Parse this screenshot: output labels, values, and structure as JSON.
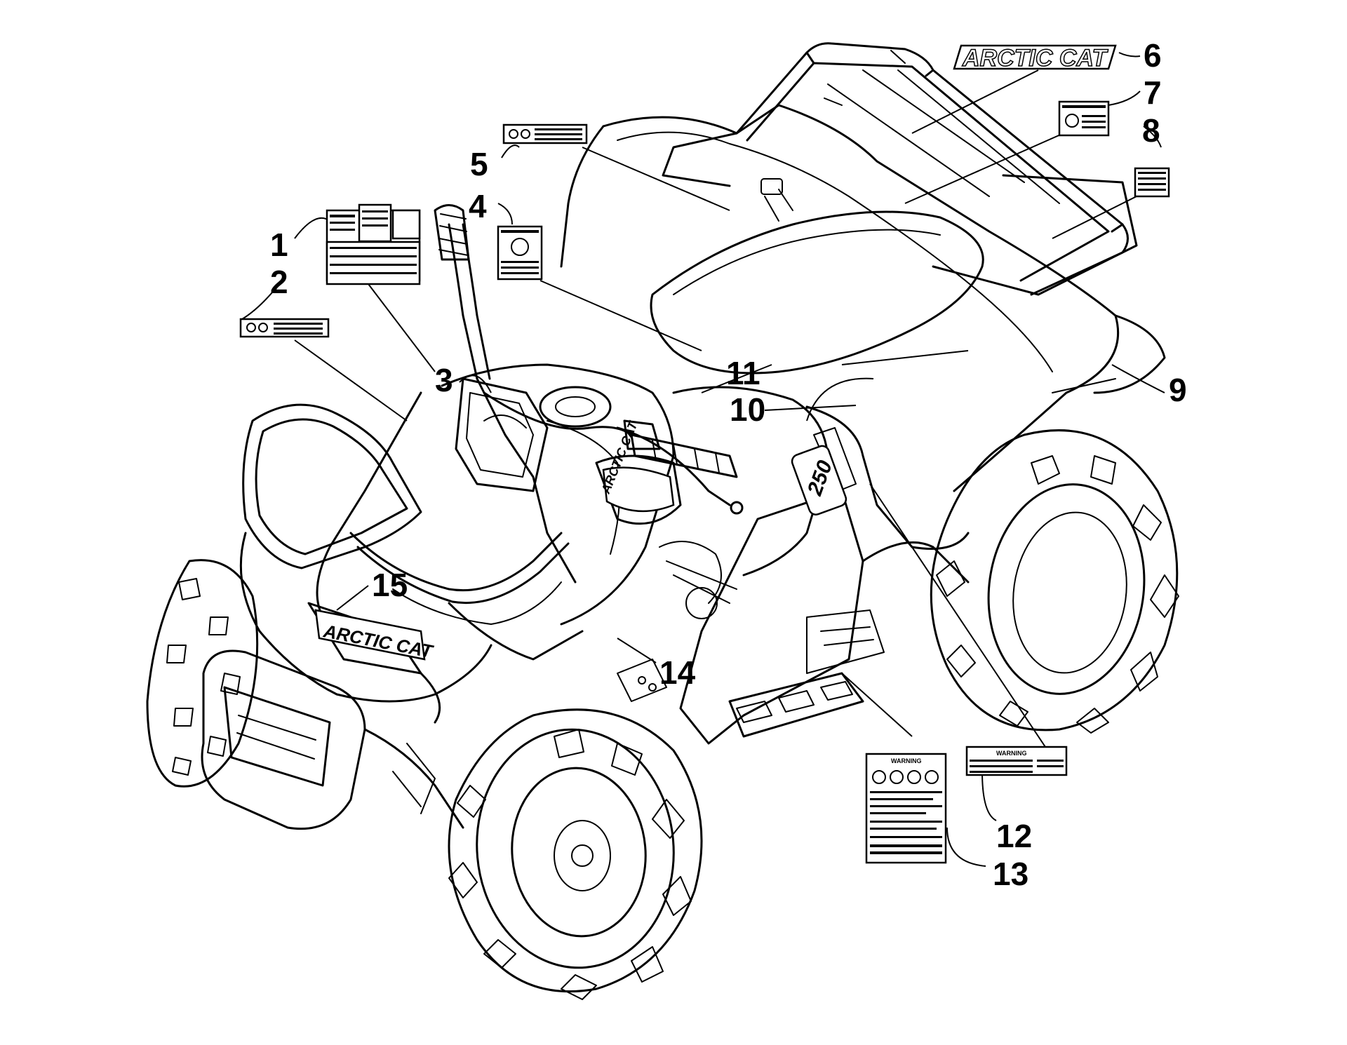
{
  "diagram": {
    "callouts": [
      {
        "id": "1",
        "label": "1"
      },
      {
        "id": "2",
        "label": "2"
      },
      {
        "id": "3",
        "label": "3"
      },
      {
        "id": "4",
        "label": "4"
      },
      {
        "id": "5",
        "label": "5"
      },
      {
        "id": "6",
        "label": "6"
      },
      {
        "id": "7",
        "label": "7"
      },
      {
        "id": "8",
        "label": "8"
      },
      {
        "id": "9",
        "label": "9"
      },
      {
        "id": "10",
        "label": "10"
      },
      {
        "id": "11",
        "label": "11"
      },
      {
        "id": "12",
        "label": "12"
      },
      {
        "id": "13",
        "label": "13"
      },
      {
        "id": "14",
        "label": "14"
      },
      {
        "id": "15",
        "label": "15"
      }
    ],
    "brand_logo_text": "ARCTIC CAT",
    "model_badge_text": "250",
    "side_decal_text": "ARCTIC CAT",
    "warning_label_text": "WARNING"
  }
}
